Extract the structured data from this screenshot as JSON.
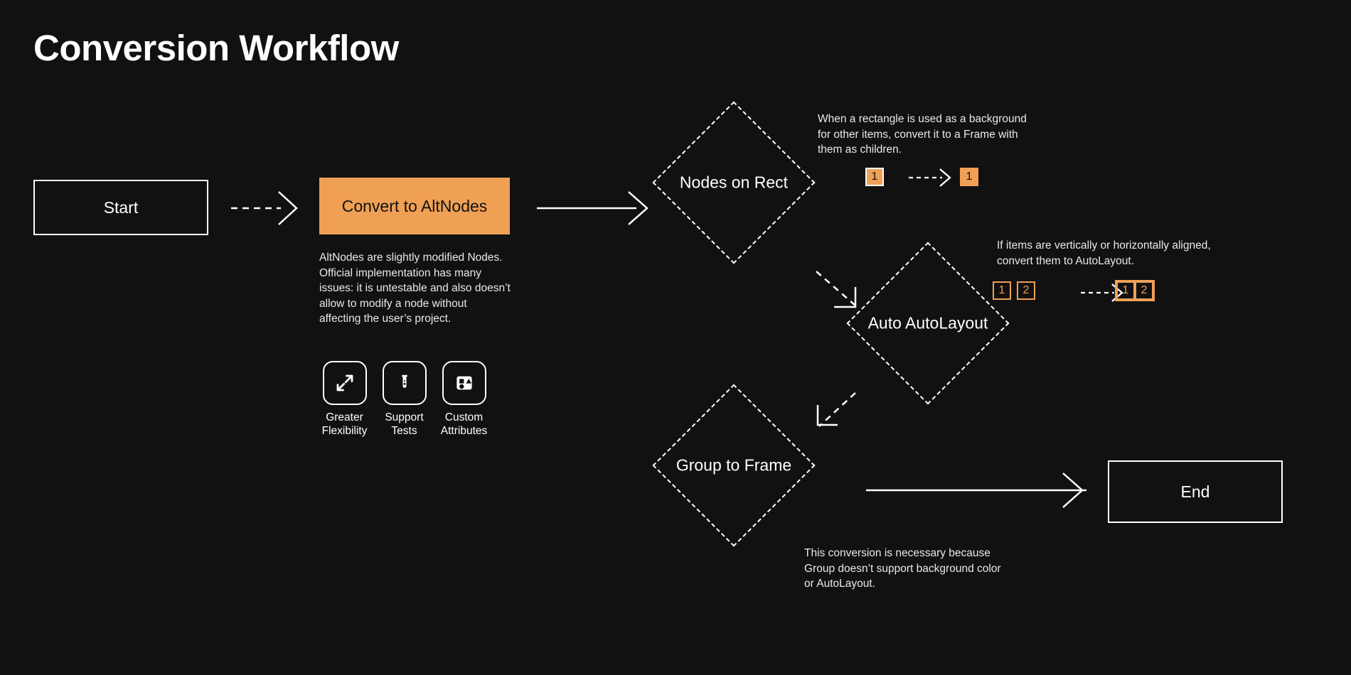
{
  "title": "Conversion Workflow",
  "colors": {
    "background": "#111111",
    "accent_orange": "#F0A055",
    "stroke_white": "#FFFFFF",
    "text_body": "#E9E9E9"
  },
  "nodes": {
    "start": "Start",
    "convert": "Convert to AltNodes",
    "nodes_on_rect": "Nodes on Rect",
    "auto_autolayout": "Auto AutoLayout",
    "group_to_frame": "Group to Frame",
    "end": "End"
  },
  "notes": {
    "altnodes": "AltNodes are slightly modified Nodes. Official implementation has many issues: it is untestable and also doesn’t allow to modify a node without affecting the user’s project.",
    "nodes_on_rect": "When a rectangle is used as a background for other items, convert it to a Frame with them as children.",
    "auto_autolayout": "If items are vertically or horizontally aligned, convert them to AutoLayout.",
    "group_to_frame": "This conversion is necessary because Group doesn’t support background color or AutoLayout."
  },
  "features": [
    {
      "icon": "expand-arrows-icon",
      "label": "Greater\nFlexibility"
    },
    {
      "icon": "test-tube-icon",
      "label": "Support\nTests"
    },
    {
      "icon": "shapes-icon",
      "label": "Custom\nAttributes"
    }
  ],
  "chips": {
    "nodes_on_rect": {
      "before": [
        "1"
      ],
      "after": [
        "1"
      ]
    },
    "auto_autolayout": {
      "before": [
        "1",
        "2"
      ],
      "after": [
        "1",
        "2"
      ]
    }
  },
  "edges": [
    {
      "name": "start-to-convert",
      "style": "dashed"
    },
    {
      "name": "convert-to-nodes-on-rect",
      "style": "solid"
    },
    {
      "name": "nodes-on-rect-to-auto-autolayout",
      "style": "dashed"
    },
    {
      "name": "auto-autolayout-to-group-to-frame",
      "style": "dashed"
    },
    {
      "name": "group-to-frame-to-end",
      "style": "solid"
    },
    {
      "name": "chip-transform-nodes-on-rect",
      "style": "dashed"
    },
    {
      "name": "chip-transform-auto-autolayout",
      "style": "dashed"
    }
  ]
}
